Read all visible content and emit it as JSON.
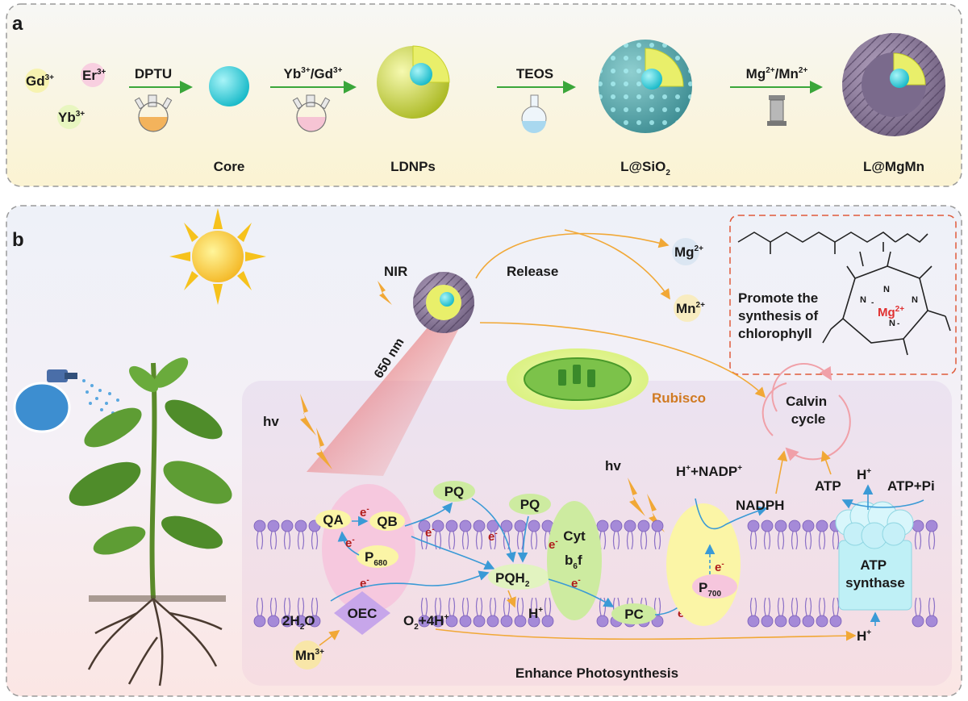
{
  "panel_a": {
    "letter": "a",
    "ions": {
      "gd": "Gd",
      "er": "Er",
      "yb": "Yb",
      "charge": "3+"
    },
    "steps": {
      "s1": "DPTU",
      "s2": "Yb",
      "s2_sup1": "3+",
      "s2_mid": "/Gd",
      "s2_sup2": "3+",
      "s3": "TEOS",
      "s4": "Mg",
      "s4_sup1": "2+",
      "s4_mid": "/Mn",
      "s4_sup2": "2+"
    },
    "products": {
      "core": "Core",
      "ldnps": "LDNPs",
      "sio2_main": "L@SiO",
      "sio2_sub": "2",
      "mgmn": "L@MgMn"
    }
  },
  "panel_b": {
    "letter": "b",
    "nir": "NIR",
    "release": "Release",
    "wavelength": "650 nm",
    "mg": "Mg",
    "mn": "Mn",
    "charge2": "2+",
    "chlorophyll_text": [
      "Promote the",
      "synthesis of",
      "chlorophyll"
    ],
    "chl_mg": "Mg",
    "chl_n": "N",
    "minus": "-",
    "rubisco": "Rubisco",
    "calvin": [
      "Calvin",
      "cycle"
    ],
    "hv": "hv",
    "qa": "QA",
    "qb": "QB",
    "electron": "e",
    "p680": "P",
    "p680_sub": "680",
    "pq": "PQ",
    "pqh2": "PQH",
    "pqh2_sub": "2",
    "cyt": "Cyt",
    "b6f_b": "b",
    "b6f_sub": "6",
    "b6f_f": "f",
    "pc": "PC",
    "p700": "P",
    "p700_sub": "700",
    "h_nadp": "H",
    "h_nadp_sup1": "+",
    "h_nadp_mid": "+NADP",
    "h_nadp_sup2": "+",
    "nadph": "NADPH",
    "atp": "ATP",
    "h_plus": "H",
    "plus": "+",
    "atp_pi": "ATP+Pi",
    "atp_synthase": [
      "ATP",
      "synthase"
    ],
    "water": "2H",
    "water_sub": "2",
    "water_o": "O",
    "oec": "OEC",
    "o2": "O",
    "o2_sub": "2",
    "o2_rest": "+4H",
    "mn3": "Mn",
    "charge3": "3+",
    "enhance": "Enhance Photosynthesis"
  },
  "colors": {
    "panel_border": "#9a9a9a",
    "panel_a_bg": "#fbf7e6",
    "arrow_green": "#3aa63a",
    "arrow_orange": "#f1a836",
    "arrow_blue": "#3a9ad6",
    "psii": "#f6c6dd",
    "psi": "#fbf5a6",
    "cyt": "#cdeba0",
    "membrane_bead": "#a58ad8",
    "red_label": "#e03030",
    "rubisco": "#d07a22",
    "electron_red": "#b01c1c"
  }
}
